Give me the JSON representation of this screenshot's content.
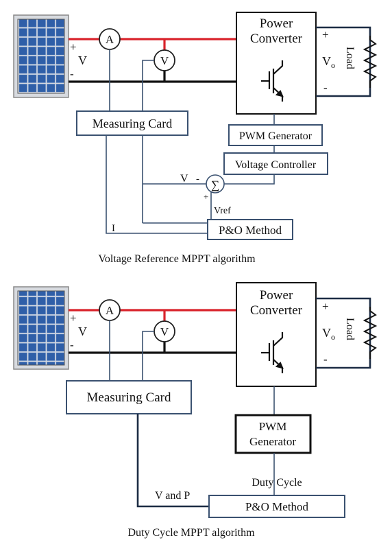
{
  "diagram_top": {
    "converter_label_line1": "Power",
    "converter_label_line2": "Converter",
    "ammeter": "A",
    "voltmeter": "V",
    "panel_plus": "+",
    "panel_v": "V",
    "panel_minus": "-",
    "load_plus": "+",
    "load_vo_main": "V",
    "load_vo_sub": "o",
    "load_minus": "-",
    "load_label": "Load",
    "measuring_card": "Measuring Card",
    "pwm_generator": "PWM Generator",
    "voltage_controller": "Voltage Controller",
    "sum_symbol": "∑",
    "sum_v_label": "V",
    "sum_minus": "-",
    "sum_plus": "+",
    "vref_label": "Vref",
    "i_label": "I",
    "po_method": "P&O Method",
    "caption": "Voltage Reference MPPT algorithm"
  },
  "diagram_bottom": {
    "converter_label_line1": "Power",
    "converter_label_line2": "Converter",
    "ammeter": "A",
    "voltmeter": "V",
    "panel_plus": "+",
    "panel_v": "V",
    "panel_minus": "-",
    "load_plus": "+",
    "load_vo_main": "V",
    "load_vo_sub": "o",
    "load_minus": "-",
    "load_label": "Load",
    "measuring_card": "Measuring Card",
    "pwm_line1": "PWM",
    "pwm_line2": "Generator",
    "duty_cycle": "Duty Cycle",
    "v_and_p": "V and P",
    "po_method": "P&O Method",
    "caption": "Duty Cycle MPPT algorithm"
  },
  "colors": {
    "positive_rail": "#d9232b",
    "negative_rail": "#111111",
    "block_outline": "#3a5170",
    "panel_cell": "#2f5fa8"
  }
}
